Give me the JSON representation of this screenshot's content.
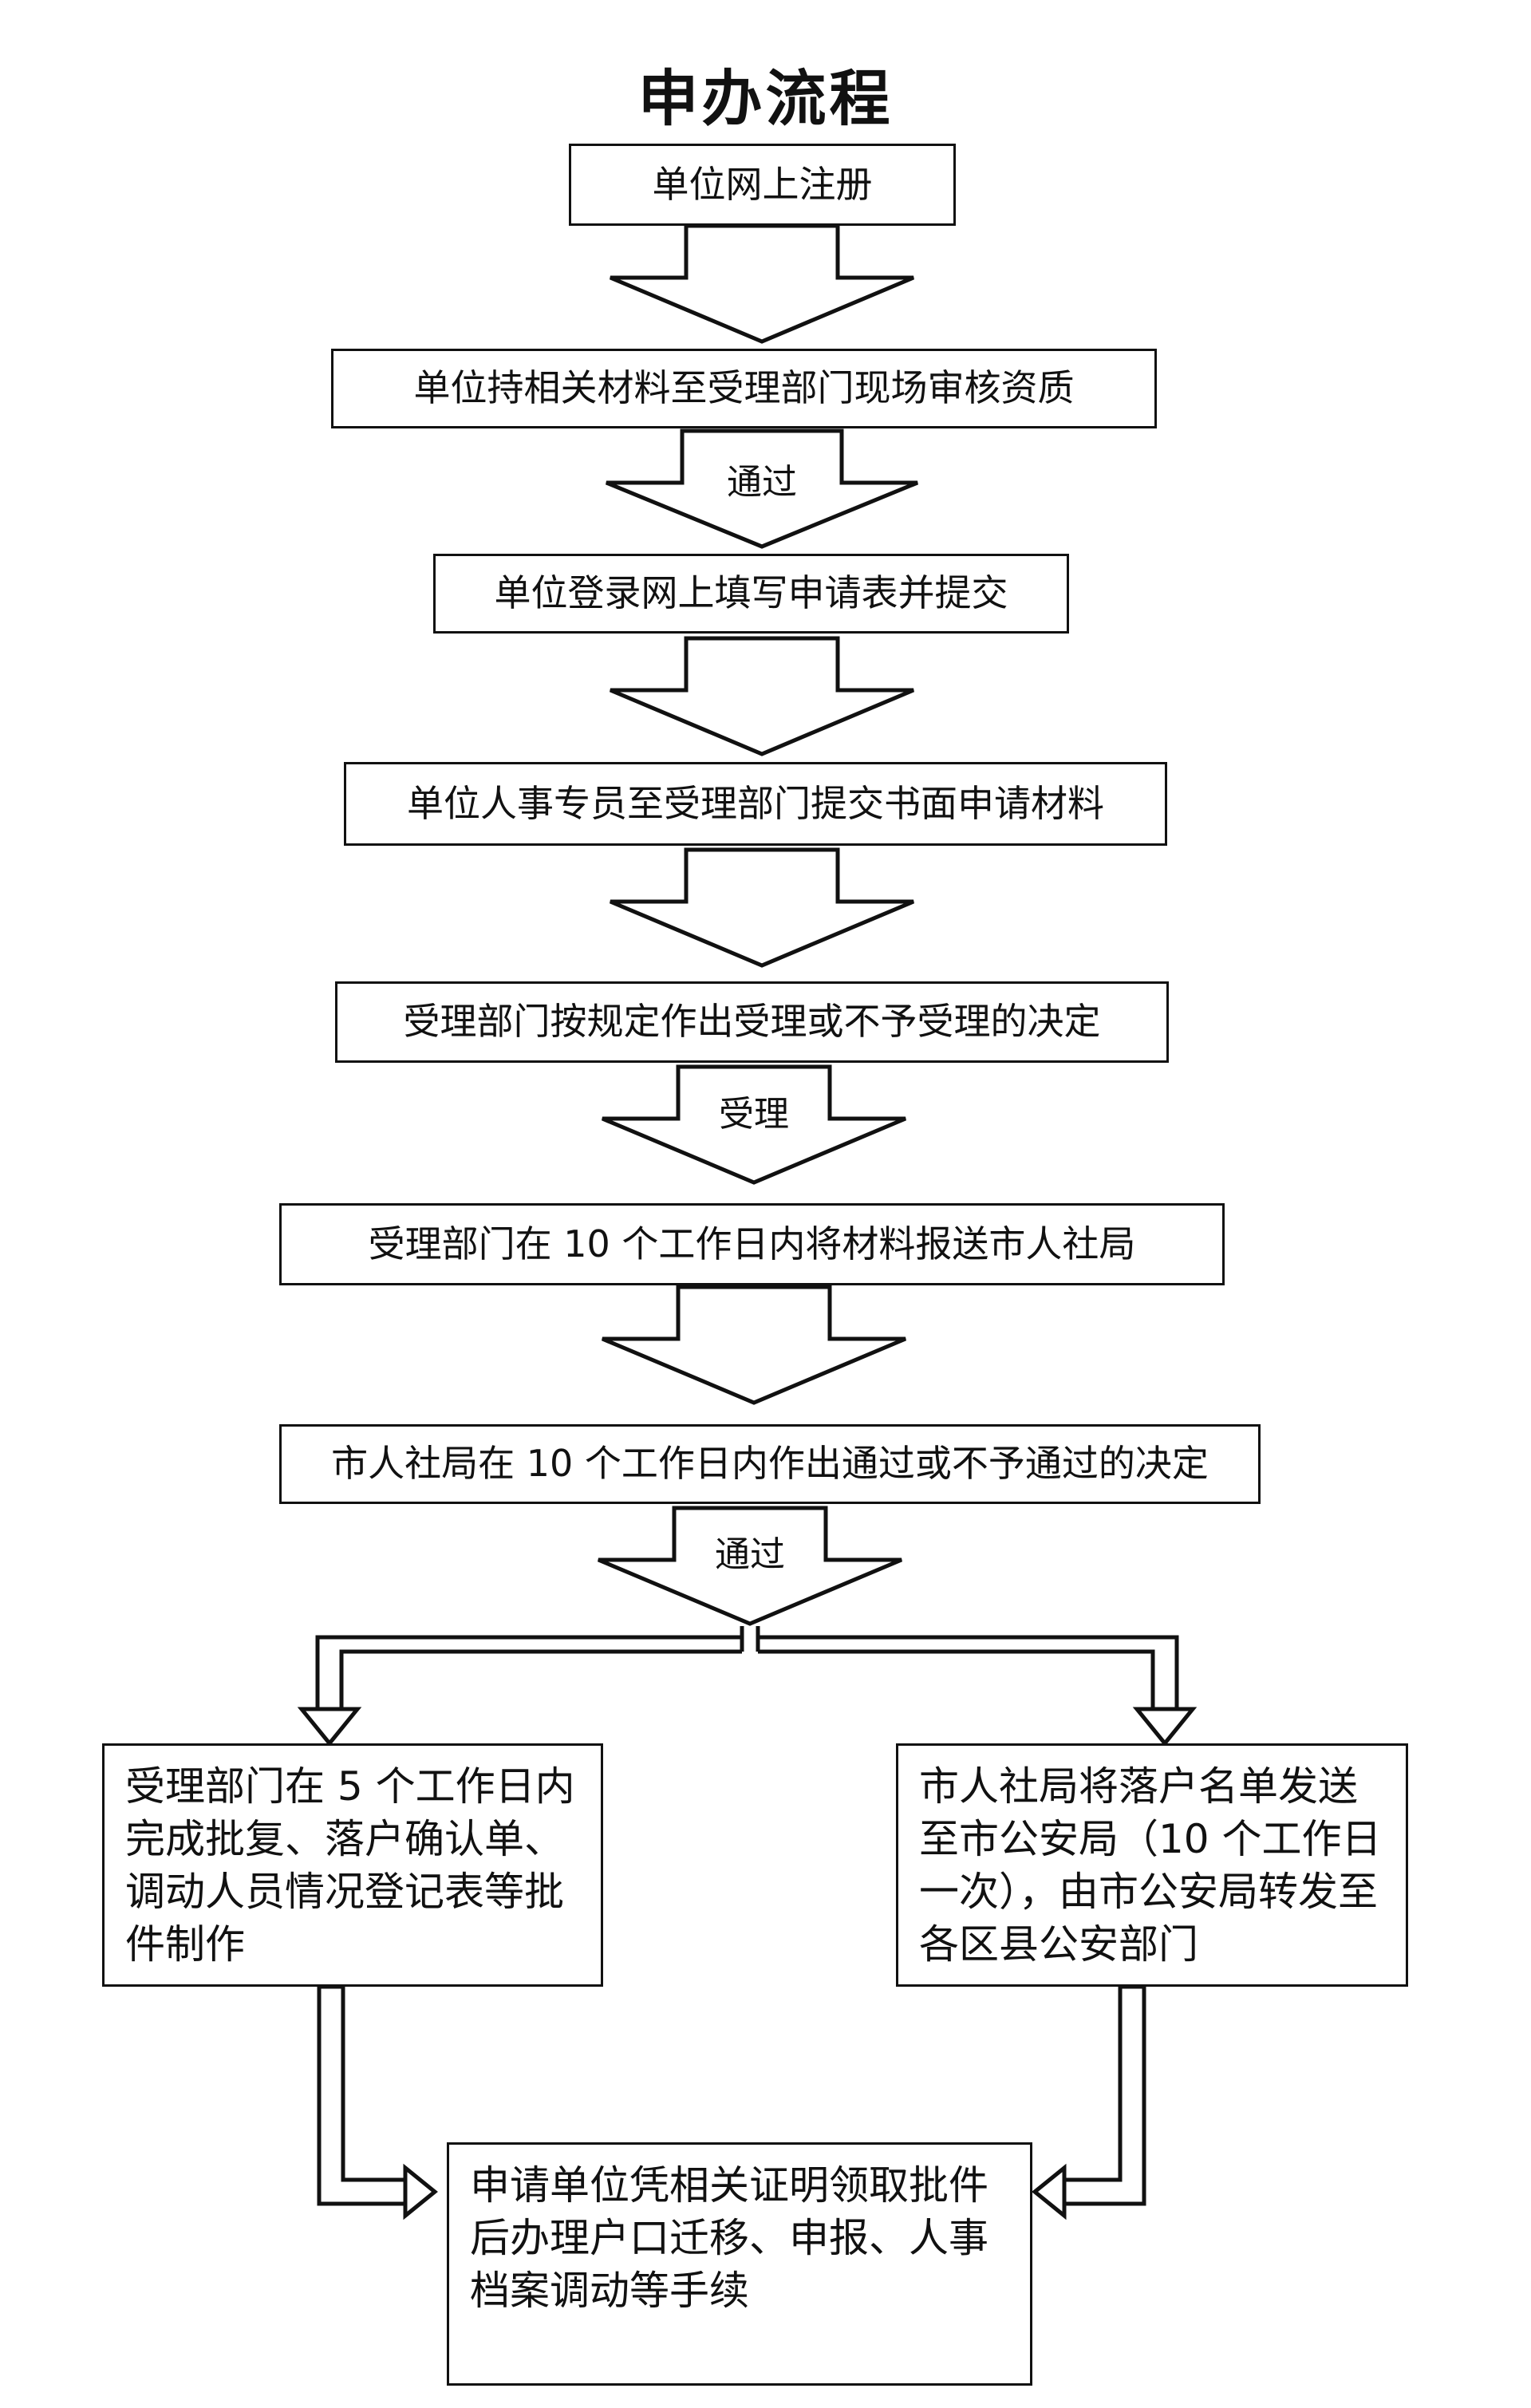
{
  "title": "申办流程",
  "steps": {
    "s1": "单位网上注册",
    "s2": "单位持相关材料至受理部门现场审核资质",
    "s3": "单位登录网上填写申请表并提交",
    "s4": "单位人事专员至受理部门提交书面申请材料",
    "s5": "受理部门按规定作出受理或不予受理的决定",
    "s6": "受理部门在 10 个工作日内将材料报送市人社局",
    "s7": "市人社局在 10 个工作日内作出通过或不予通过的决定",
    "left": "受理部门在 5 个工作日内完成批复、落户确认单、调动人员情况登记表等批件制作",
    "right": "市人社局将落户名单发送至市公安局（10 个工作日一次），由市公安局转发至各区县公安部门",
    "final": "申请单位凭相关证明领取批件后办理户口迁移、申报、人事档案调动等手续"
  },
  "arrow_labels": {
    "a2": "通过",
    "a5": "受理",
    "a7": "通过"
  }
}
